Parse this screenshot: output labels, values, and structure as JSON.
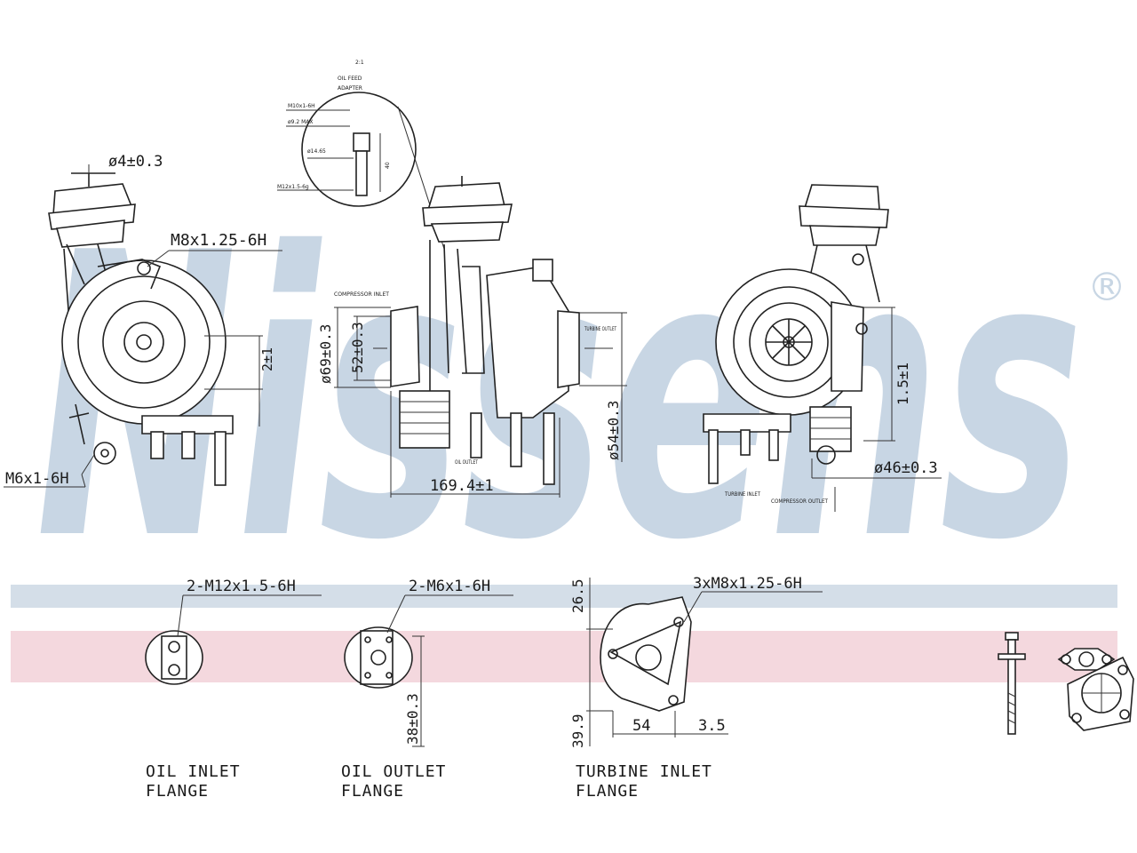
{
  "brand": {
    "watermark": "Nissens",
    "registered_mark": "®",
    "watermark_color": "#c8d6e4",
    "band_blue": "#d4dee8",
    "band_pink": "#f4d8de"
  },
  "left_view": {
    "label_diameter": "ø4±0.3",
    "label_thread_top": "M8x1.25-6H",
    "label_thread_bottom": "M6x1-6H",
    "label_dim_right": "2±1"
  },
  "middle_view": {
    "detail_title_1": "2:1",
    "detail_title_2": "OIL FEED",
    "detail_title_3": "ADAPTER",
    "detail_thread_1": "M10x1-6H",
    "detail_thread_2": "ø9.2 MAX",
    "detail_dim_1": "ø14.65",
    "detail_dim_2": "40",
    "detail_thread_3": "M12x1.5-6g",
    "compressor_inlet": "COMPRESSOR INLET",
    "turbine_outlet": "TURBINE OUTLET",
    "oil_outlet": "OIL OUTLET",
    "dim_d69": "ø69±0.3",
    "dim_52": "52±0.3",
    "dim_d54": "ø54±0.3",
    "dim_length": "169.4±1"
  },
  "right_view": {
    "dim_15": "1.5±1",
    "dim_d46": "ø46±0.3",
    "turbine_inlet": "TURBINE INLET",
    "compressor_outlet": "COMPRESSOR OUTLET"
  },
  "flanges": {
    "oil_inlet_thread": "2-M12x1.5-6H",
    "oil_outlet_thread": "2-M6x1-6H",
    "oil_outlet_dim": "38±0.3",
    "turbine_thread": "3xM8x1.25-6H",
    "turbine_dim_top": "26.5",
    "turbine_dim_bottom": "39.9",
    "turbine_dim_54": "54",
    "turbine_dim_35": "3.5",
    "oil_inlet_caption_1": "OIL INLET",
    "oil_inlet_caption_2": "FLANGE",
    "oil_outlet_caption_1": "OIL OUTLET",
    "oil_outlet_caption_2": "FLANGE",
    "turbine_caption_1": "TURBINE INLET",
    "turbine_caption_2": "FLANGE"
  }
}
